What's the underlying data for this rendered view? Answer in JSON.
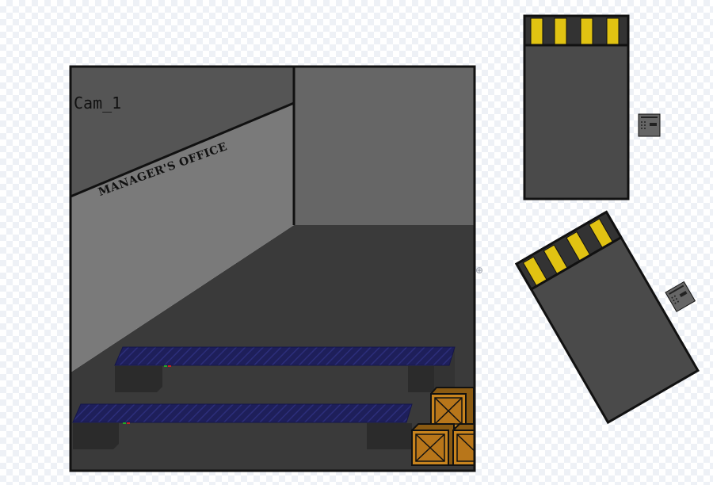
{
  "camera_view": {
    "cam_label": "Cam_1",
    "sign_text": "MANAGER'S OFFICE"
  },
  "colors": {
    "panel_dark": "#4a4a4a",
    "wall_light": "#666666",
    "floor": "#3a3a3a",
    "conveyor_belt": "#1e1f5a",
    "crate": "#c8841e",
    "hazard_yellow": "#e1c312",
    "outline": "#111111"
  },
  "side_panels": [
    {
      "name": "door-panel-upright",
      "icon": "hazard-stripe-door"
    },
    {
      "name": "door-panel-tilted",
      "icon": "hazard-stripe-door"
    }
  ],
  "door_buttons": [
    {
      "name": "door-button-upright",
      "icon": "keypad-button-icon"
    },
    {
      "name": "door-button-tilted",
      "icon": "keypad-button-icon"
    }
  ],
  "pivot_icon": "crosshair-icon"
}
